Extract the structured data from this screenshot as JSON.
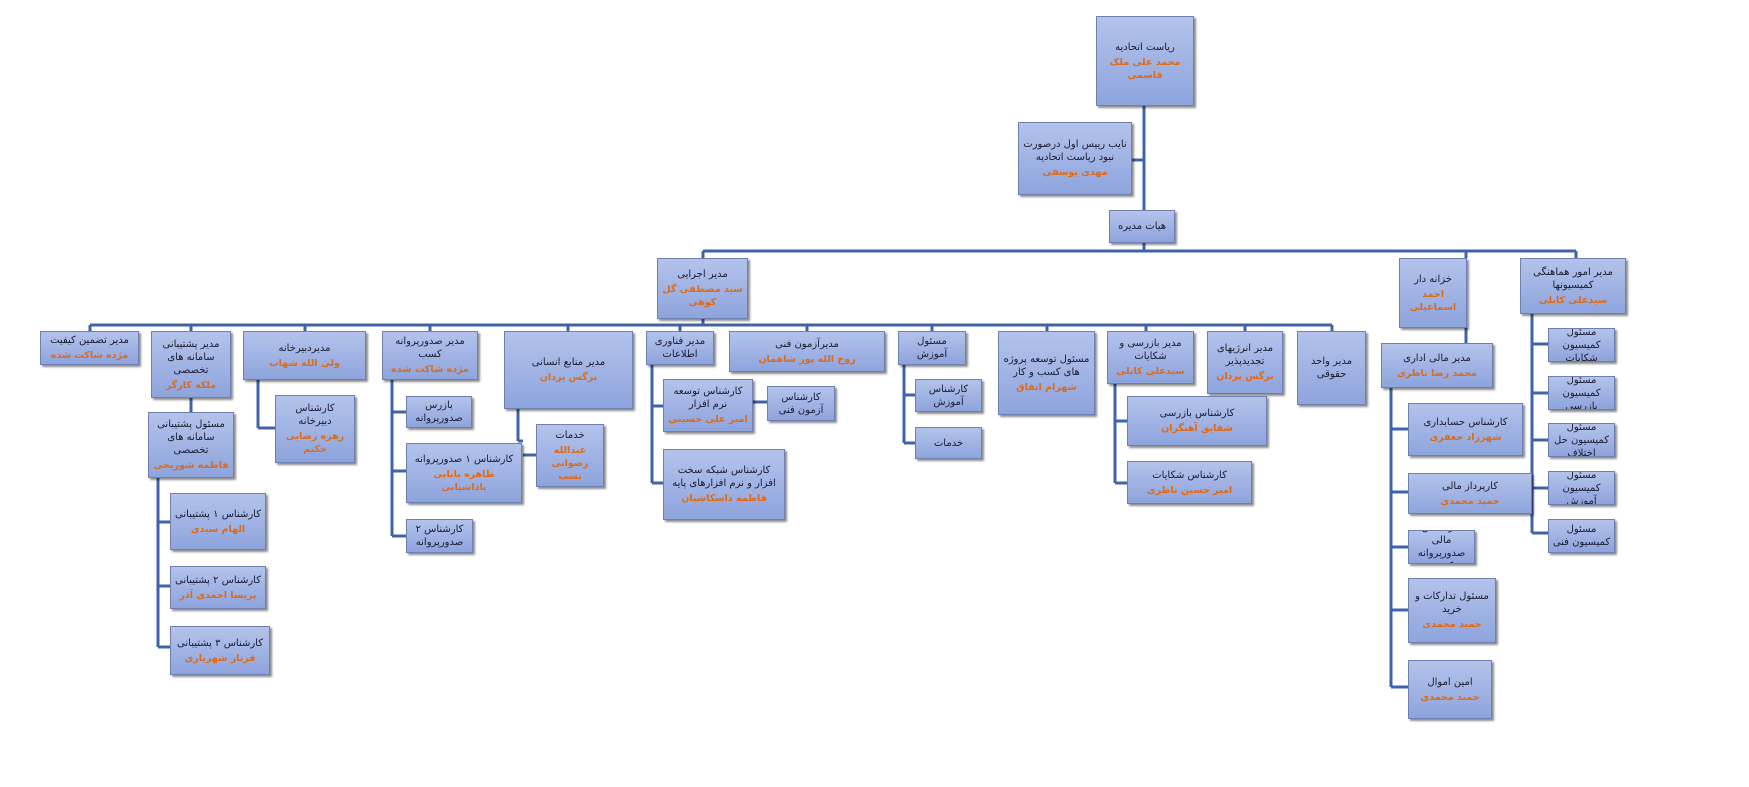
{
  "colors": {
    "box_top": "#b3c3eb",
    "box_bottom": "#8ea4dd",
    "line": "#3f63a8",
    "name_text": "#e06a16",
    "title_text": "#1b1b2e"
  },
  "nodes": {
    "president": {
      "title": "ریاست اتحادیه",
      "name": "محمد علی ملک قاسمی"
    },
    "first_deputy": {
      "title": "نایب رییس اول درصورت نبود ریاست اتحادیه",
      "name": "مهدی یوسفی"
    },
    "board": {
      "title": "هیات مدیره",
      "name": ""
    },
    "executive_manager": {
      "title": "مدیر اجرایی",
      "name": "سید مصطفی گل کوهی"
    },
    "treasurer": {
      "title": "خزانه دار",
      "name": "احمد اسماعیلی"
    },
    "coordination_manager": {
      "title": "مدیر امور هماهنگی کمیسیونها",
      "name": "سیدعلی کابلی"
    },
    "quality_manager": {
      "title": "مدیر تضمین کیفیت",
      "name": "مژده شاکت شده"
    },
    "support_manager": {
      "title": "مدیر پشتیبانی سامانه های تخصصی",
      "name": "ملکه کارگر"
    },
    "support_officer": {
      "title": "مسئول پشتیبانی سامانه های تخصصی",
      "name": "فاطمه شوریجی"
    },
    "support_expert_1": {
      "title": "کارشناس ۱ پشتیبانی",
      "name": "الهام سیدی"
    },
    "support_expert_2": {
      "title": "کارشناس ۲ پشتیبانی",
      "name": "پریسا احمدی آذر"
    },
    "support_expert_3": {
      "title": "کارشناس ۳ پشتیبانی",
      "name": "فرناز شهریاری"
    },
    "secretariat_manager": {
      "title": "مدیردبیرخانه",
      "name": "ولی الله شهاب"
    },
    "secretariat_expert": {
      "title": "کارشناس دبیرخانه",
      "name": "زهره رضایی حکیم"
    },
    "license_manager": {
      "title": "مدیر صدورپروانه کسب",
      "name": "مژده شاکت شده"
    },
    "license_inspector": {
      "title": "بازرس صدورپروانه",
      "name": ""
    },
    "license_expert_1": {
      "title": "کارشناس ۱ صدورپروانه",
      "name": "طاهره بابایی باداشیانی"
    },
    "license_expert_2": {
      "title": "کارشناس ۲ صدورپروانه",
      "name": ""
    },
    "hr_manager": {
      "title": "مدیر منابع انسانی",
      "name": "نرگس یزدان"
    },
    "services": {
      "title": "خدمات",
      "name": "عبدالله رضوانی نسب"
    },
    "it_manager": {
      "title": "مدیر فناوری اطلاعات",
      "name": ""
    },
    "software_expert": {
      "title": "کارشناس توسعه نرم افزار",
      "name": "امیر علی حسینی"
    },
    "test_expert": {
      "title": "کارشناس آزمون فنی",
      "name": ""
    },
    "network_expert": {
      "title": "کارشناس شبکه سخت افزار و نرم افزارهای پایه",
      "name": "فاطمه داسکاشیان"
    },
    "test_manager": {
      "title": "مدیرآزمون فنی",
      "name": "روح الله پور شاهمان"
    },
    "education_officer": {
      "title": "مسئول آموزش",
      "name": ""
    },
    "education_expert": {
      "title": "کارشناس آموزش",
      "name": ""
    },
    "education_services": {
      "title": "خدمات",
      "name": ""
    },
    "project_officer": {
      "title": "مسئول توسعه پروژه های کسب و کار",
      "name": "شهرام اتفاق"
    },
    "inspection_manager": {
      "title": "مدیر بازرسی و شکایات",
      "name": "سیدعلی کابلی"
    },
    "inspection_expert": {
      "title": "کارشناس بازرسی",
      "name": "شقایق آهنگران"
    },
    "complaints_expert": {
      "title": "کارشناس شکایات",
      "name": "امیر حسین ناظری"
    },
    "energy_manager": {
      "title": "مدیر انرژیهای تجدیدپذیر",
      "name": "نرگس یزدان"
    },
    "legal_manager": {
      "title": "مدیر واحد حقوقی",
      "name": ""
    },
    "admin_finance_manager": {
      "title": "مدیر مالی اداری",
      "name": "محمد رضا ناظری"
    },
    "accounting_expert": {
      "title": "کارشناس حسابداری",
      "name": "شهرزاد جعفری"
    },
    "finance_officer": {
      "title": "کارپرداز مالی",
      "name": "حمید محمدی"
    },
    "finance_license_expert": {
      "title": "کارشناس مالی صدورپروانه کسب",
      "name": ""
    },
    "procurement_officer": {
      "title": "مسئول تدارکات و خرید",
      "name": "حمید محمدی"
    },
    "property_officer": {
      "title": "امین اموال",
      "name": "حمید محمدی"
    },
    "commission_complaints": {
      "title": "مسئول کمیسیون شکایات",
      "name": ""
    },
    "commission_inspection": {
      "title": "مسئول کمیسیون بازرسی",
      "name": ""
    },
    "commission_dispute": {
      "title": "مسئول کمیسیون حل اختلاف",
      "name": ""
    },
    "commission_education": {
      "title": "مسئول کمیسیون آموزش",
      "name": ""
    },
    "commission_technical": {
      "title": "مسئول کمیسیون فنی",
      "name": ""
    }
  }
}
